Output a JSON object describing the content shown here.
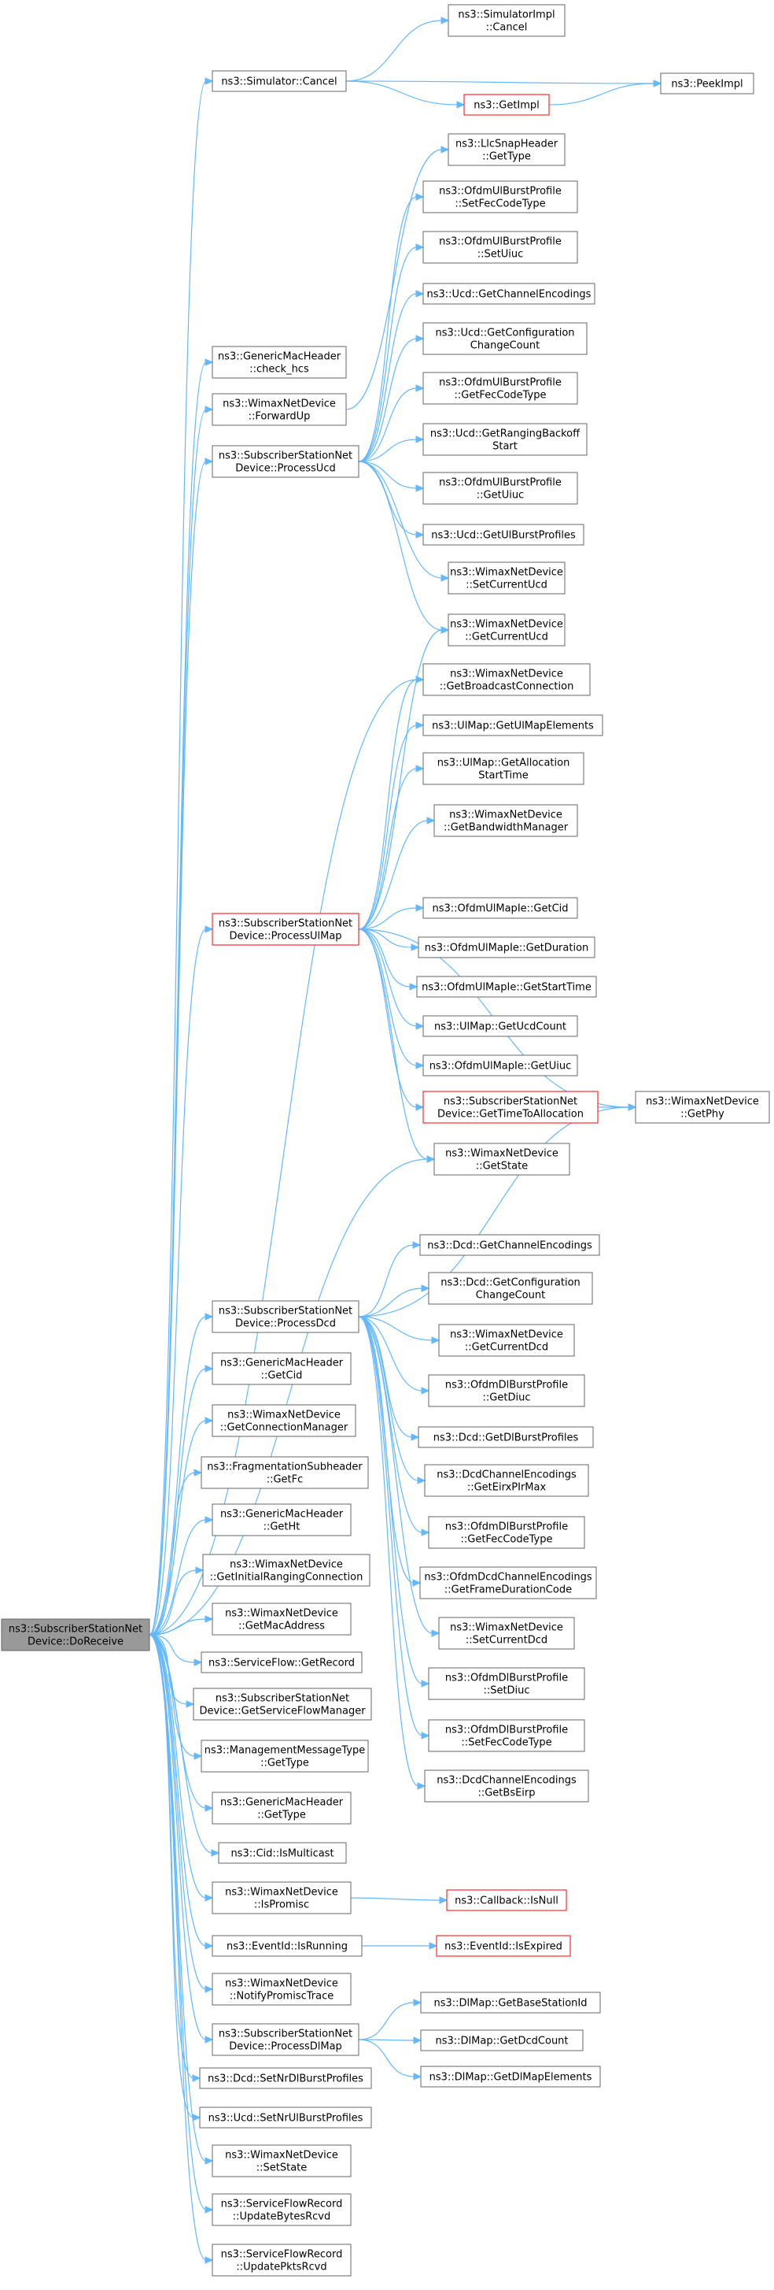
{
  "colors": {
    "edge": "#63b8ff",
    "node_border": "#666666",
    "root_fill": "#999999",
    "highlight_border": "#ff0000"
  },
  "nodes": {
    "do_receive": [
      "ns3::SubscriberStationNet",
      "Device::DoReceive"
    ],
    "simulator_cancel": [
      "ns3::Simulator::Cancel"
    ],
    "simulatorimpl_cancel": [
      "ns3::SimulatorImpl",
      "::Cancel"
    ],
    "peek_impl": [
      "ns3::PeekImpl"
    ],
    "get_impl": [
      "ns3::GetImpl"
    ],
    "llcsnap_gettype": [
      "ns3::LlcSnapHeader",
      "::GetType"
    ],
    "ulburst_setfec": [
      "ns3::OfdmUlBurstProfile",
      "::SetFecCodeType"
    ],
    "ulburst_setuiuc": [
      "ns3::OfdmUlBurstProfile",
      "::SetUiuc"
    ],
    "ucd_getchannelenc": [
      "ns3::Ucd::GetChannelEncodings"
    ],
    "generic_check_hcs": [
      "ns3::GenericMacHeader",
      "::check_hcs"
    ],
    "ucd_getconfigchange": [
      "ns3::Ucd::GetConfiguration",
      "ChangeCount"
    ],
    "wimax_forwardup": [
      "ns3::WimaxNetDevice",
      "::ForwardUp"
    ],
    "ulburst_getfec": [
      "ns3::OfdmUlBurstProfile",
      "::GetFecCodeType"
    ],
    "process_ucd": [
      "ns3::SubscriberStationNet",
      "Device::ProcessUcd"
    ],
    "ucd_getrangingbackoff": [
      "ns3::Ucd::GetRangingBackoff",
      "Start"
    ],
    "ulburst_getuiuc": [
      "ns3::OfdmUlBurstProfile",
      "::GetUiuc"
    ],
    "ucd_getulburstprofiles": [
      "ns3::Ucd::GetUlBurstProfiles"
    ],
    "wimax_setcurrentucd": [
      "ns3::WimaxNetDevice",
      "::SetCurrentUcd"
    ],
    "wimax_getcurrentucd": [
      "ns3::WimaxNetDevice",
      "::GetCurrentUcd"
    ],
    "wimax_getbroadcastconn": [
      "ns3::WimaxNetDevice",
      "::GetBroadcastConnection"
    ],
    "ulmap_getulmapelements": [
      "ns3::UlMap::GetUlMapElements"
    ],
    "ulmap_getallocation": [
      "ns3::UlMap::GetAllocation",
      "StartTime"
    ],
    "wimax_getbwmanager": [
      "ns3::WimaxNetDevice",
      "::GetBandwidthManager"
    ],
    "process_ulmap": [
      "ns3::SubscriberStationNet",
      "Device::ProcessUlMap"
    ],
    "ulmapie_getcid": [
      "ns3::OfdmUlMapIe::GetCid"
    ],
    "ulmapie_getduration": [
      "ns3::OfdmUlMapIe::GetDuration"
    ],
    "ulmapie_getstarttime": [
      "ns3::OfdmUlMapIe::GetStartTime"
    ],
    "ulmap_getucdcount": [
      "ns3::UlMap::GetUcdCount"
    ],
    "ulmapie_getuiuc": [
      "ns3::OfdmUlMapIe::GetUiuc"
    ],
    "gettimetoallocation": [
      "ns3::SubscriberStationNet",
      "Device::GetTimeToAllocation"
    ],
    "wimax_getphy": [
      "ns3::WimaxNetDevice",
      "::GetPhy"
    ],
    "wimax_getstate": [
      "ns3::WimaxNetDevice",
      "::GetState"
    ],
    "dcd_getchannelenc": [
      "ns3::Dcd::GetChannelEncodings"
    ],
    "dcd_getconfigchange": [
      "ns3::Dcd::GetConfiguration",
      "ChangeCount"
    ],
    "process_dcd": [
      "ns3::SubscriberStationNet",
      "Device::ProcessDcd"
    ],
    "wimax_getcurrentdcd": [
      "ns3::WimaxNetDevice",
      "::GetCurrentDcd"
    ],
    "generic_getcid": [
      "ns3::GenericMacHeader",
      "::GetCid"
    ],
    "dlburst_getdiuc": [
      "ns3::OfdmDlBurstProfile",
      "::GetDiuc"
    ],
    "wimax_getconnmanager": [
      "ns3::WimaxNetDevice",
      "::GetConnectionManager"
    ],
    "dcd_getdlburstprofiles": [
      "ns3::Dcd::GetDlBurstProfiles"
    ],
    "frag_getfc": [
      "ns3::FragmentationSubheader",
      "::GetFc"
    ],
    "dcdchan_geteirx": [
      "ns3::DcdChannelEncodings",
      "::GetEirxPIrMax"
    ],
    "generic_getht": [
      "ns3::GenericMacHeader",
      "::GetHt"
    ],
    "dlburst_getfec": [
      "ns3::OfdmDlBurstProfile",
      "::GetFecCodeType"
    ],
    "wimax_getinitialranging": [
      "ns3::WimaxNetDevice",
      "::GetInitialRangingConnection"
    ],
    "ofdmdcdchan_getframedur": [
      "ns3::OfdmDcdChannelEncodings",
      "::GetFrameDurationCode"
    ],
    "wimax_getmacaddress": [
      "ns3::WimaxNetDevice",
      "::GetMacAddress"
    ],
    "wimax_setcurrentdcd": [
      "ns3::WimaxNetDevice",
      "::SetCurrentDcd"
    ],
    "serviceflow_getrecord": [
      "ns3::ServiceFlow::GetRecord"
    ],
    "get_sf_manager": [
      "ns3::SubscriberStationNet",
      "Device::GetServiceFlowManager"
    ],
    "dlburst_setdiuc": [
      "ns3::OfdmDlBurstProfile",
      "::SetDiuc"
    ],
    "mgmt_gettype": [
      "ns3::ManagementMessageType",
      "::GetType"
    ],
    "dlburst_setfec": [
      "ns3::OfdmDlBurstProfile",
      "::SetFecCodeType"
    ],
    "dcdchan_getbseirp": [
      "ns3::DcdChannelEncodings",
      "::GetBsEirp"
    ],
    "generic_gettype": [
      "ns3::GenericMacHeader",
      "::GetType"
    ],
    "cid_ismulticast": [
      "ns3::Cid::IsMulticast"
    ],
    "wimax_ispromisc": [
      "ns3::WimaxNetDevice",
      "::IsPromisc"
    ],
    "callback_isnull": [
      "ns3::Callback::IsNull"
    ],
    "eventid_isrunning": [
      "ns3::EventId::IsRunning"
    ],
    "eventid_isexpired": [
      "ns3::EventId::IsExpired"
    ],
    "wimax_notifypromisc": [
      "ns3::WimaxNetDevice",
      "::NotifyPromiscTrace"
    ],
    "dlmap_getbasestation": [
      "ns3::DlMap::GetBaseStationId"
    ],
    "process_dlmap": [
      "ns3::SubscriberStationNet",
      "Device::ProcessDlMap"
    ],
    "dlmap_getdcdcount": [
      "ns3::DlMap::GetDcdCount"
    ],
    "dlmap_getdlmapelements": [
      "ns3::DlMap::GetDlMapElements"
    ],
    "dcd_setnrdl": [
      "ns3::Dcd::SetNrDlBurstProfiles"
    ],
    "ucd_setnrul": [
      "ns3::Ucd::SetNrUlBurstProfiles"
    ],
    "wimax_setstate": [
      "ns3::WimaxNetDevice",
      "::SetState"
    ],
    "sfrecord_updatebytes": [
      "ns3::ServiceFlowRecord",
      "::UpdateBytesRcvd"
    ],
    "sfrecord_updatepkts": [
      "ns3::ServiceFlowRecord",
      "::UpdatePktsRcvd"
    ]
  }
}
